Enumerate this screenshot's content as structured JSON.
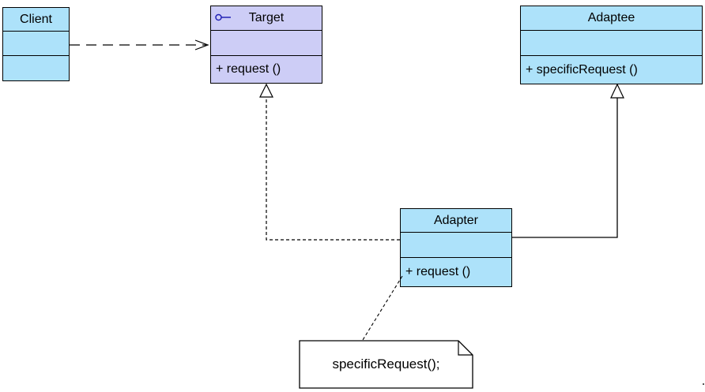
{
  "colors": {
    "class_fill": "#ADE2FA",
    "interface_fill": "#CDCDF6",
    "border": "#000000",
    "lollipop_icon_blue": "#2323B5",
    "note_fill": "#FFFFFF",
    "background": "#FFFFFF"
  },
  "classes": {
    "client": {
      "name": "Client",
      "attributes": "",
      "methods": ""
    },
    "target": {
      "name": "Target",
      "attributes": "",
      "methods": "+ request ()",
      "icon": "interface-lollipop-icon"
    },
    "adaptee": {
      "name": "Adaptee",
      "attributes": "",
      "methods": "+ specificRequest ()"
    },
    "adapter": {
      "name": "Adapter",
      "attributes": "",
      "methods": "+ request ()"
    }
  },
  "note": {
    "text": "specificRequest();"
  },
  "relationships": [
    {
      "type": "dependency",
      "from": "Client",
      "to": "Target",
      "line_style": "dashed",
      "arrowhead": "open-arrow"
    },
    {
      "type": "realization",
      "from": "Adapter",
      "to": "Target",
      "line_style": "dashed",
      "arrowhead": "hollow-triangle"
    },
    {
      "type": "generalization",
      "from": "Adapter",
      "to": "Adaptee",
      "line_style": "solid",
      "arrowhead": "hollow-triangle"
    },
    {
      "type": "note-attachment",
      "from": "Adapter",
      "to": "note",
      "line_style": "dotted",
      "arrowhead": "none"
    }
  ]
}
